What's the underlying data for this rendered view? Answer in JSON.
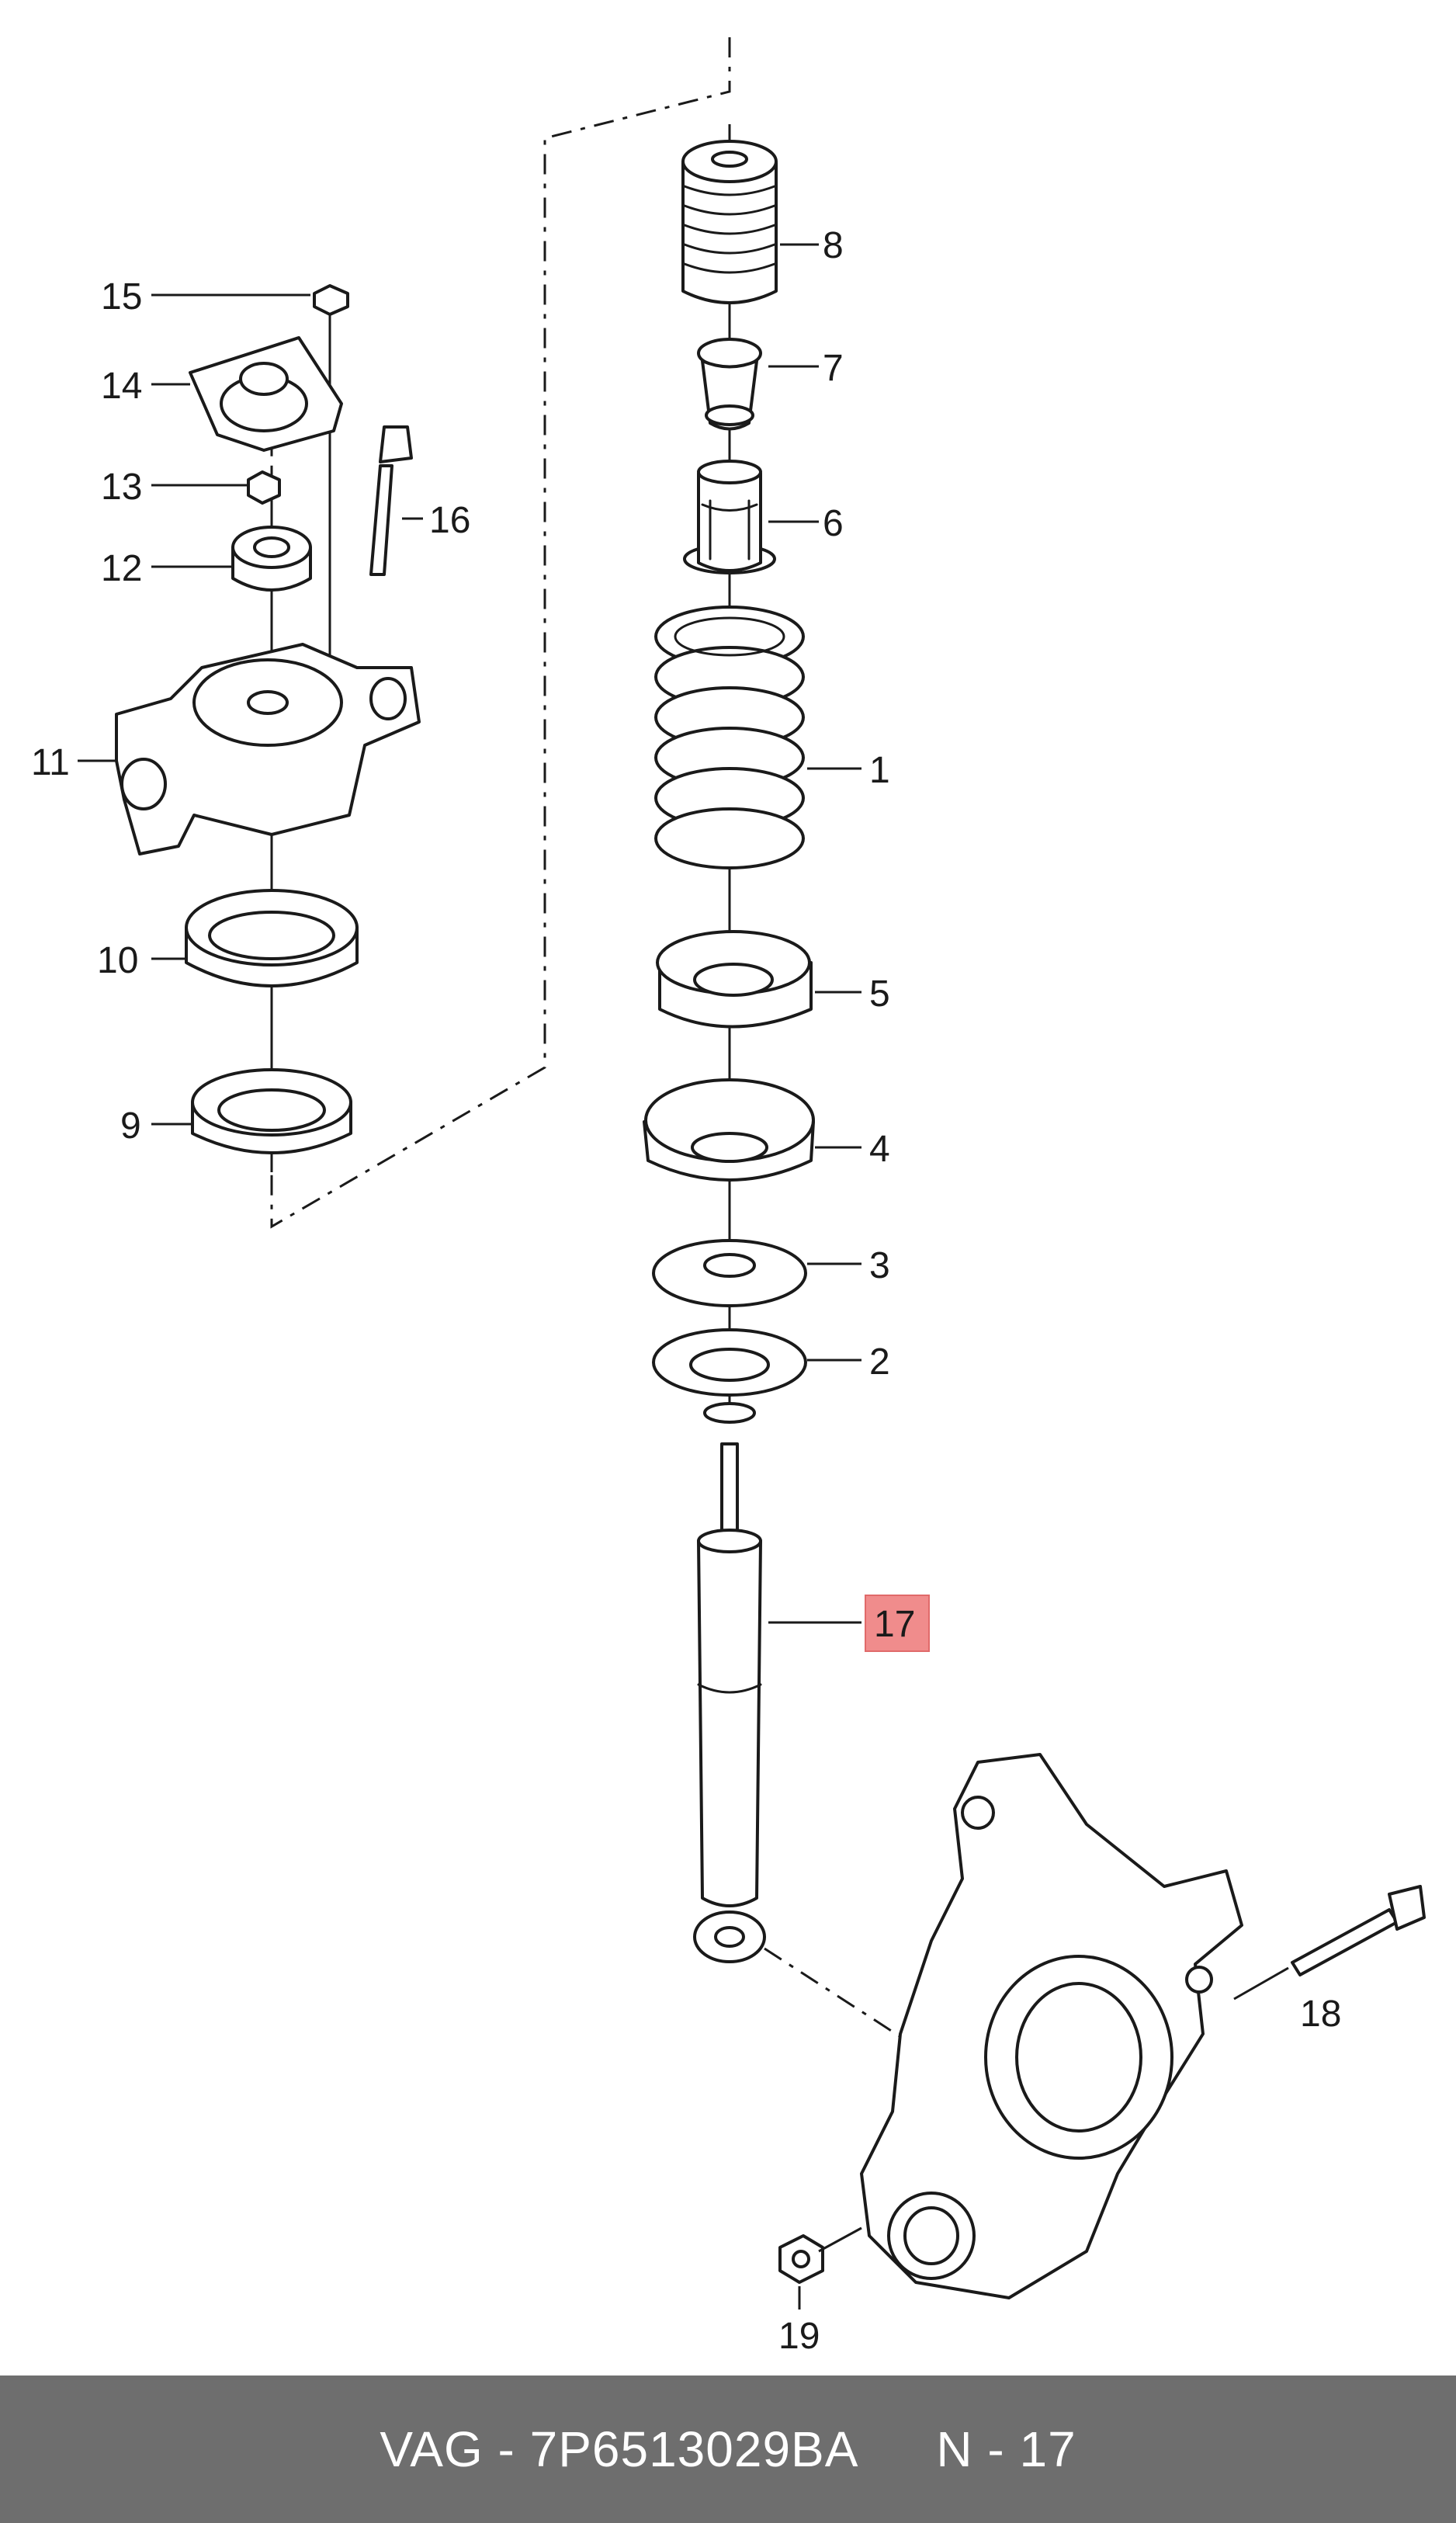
{
  "diagram": {
    "callouts": [
      {
        "id": "c1",
        "label": "1"
      },
      {
        "id": "c2",
        "label": "2"
      },
      {
        "id": "c3",
        "label": "3"
      },
      {
        "id": "c4",
        "label": "4"
      },
      {
        "id": "c5",
        "label": "5"
      },
      {
        "id": "c6",
        "label": "6"
      },
      {
        "id": "c7",
        "label": "7"
      },
      {
        "id": "c8",
        "label": "8"
      },
      {
        "id": "c9",
        "label": "9"
      },
      {
        "id": "c10",
        "label": "10"
      },
      {
        "id": "c11",
        "label": "11"
      },
      {
        "id": "c12",
        "label": "12"
      },
      {
        "id": "c13",
        "label": "13"
      },
      {
        "id": "c14",
        "label": "14"
      },
      {
        "id": "c15",
        "label": "15"
      },
      {
        "id": "c16",
        "label": "16"
      },
      {
        "id": "c17",
        "label": "17",
        "highlighted": true
      },
      {
        "id": "c18",
        "label": "18"
      },
      {
        "id": "c19",
        "label": "19"
      }
    ],
    "highlight_color": "#f08c8c"
  },
  "footer": {
    "part_number": "VAG - 7P6513029BA",
    "page_ref": "N - 17",
    "background": "#6e6e6e"
  }
}
